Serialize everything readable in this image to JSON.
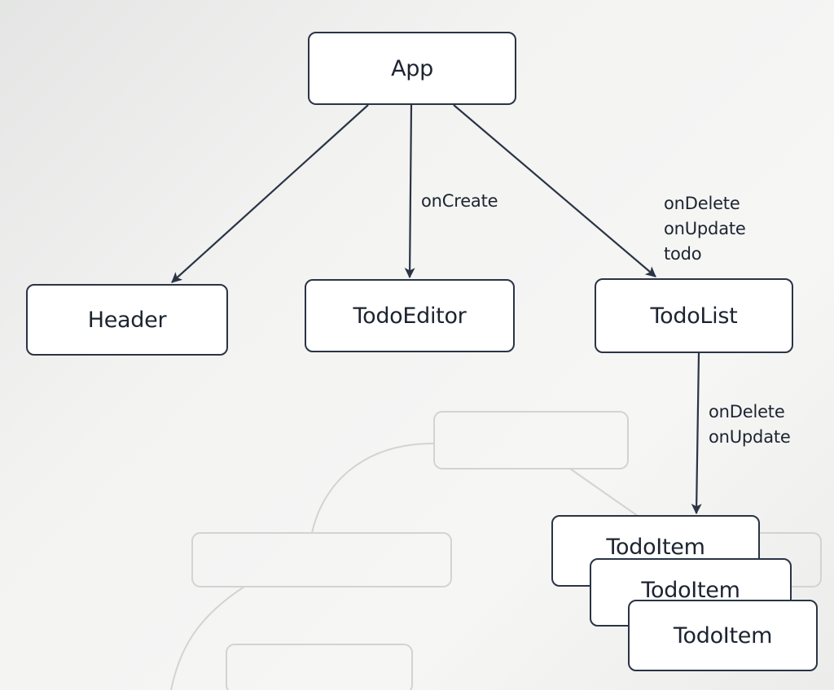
{
  "nodes": {
    "app": "App",
    "header": "Header",
    "todo_editor": "TodoEditor",
    "todo_list": "TodoList",
    "todo_items": [
      "TodoItem",
      "TodoItem",
      "TodoItem"
    ]
  },
  "edge_labels": {
    "app_to_todo_editor": [
      "onCreate"
    ],
    "app_to_todo_list": [
      "onDelete",
      "onUpdate",
      "todo"
    ],
    "todo_list_to_todo_item": [
      "onDelete",
      "onUpdate"
    ]
  },
  "colors": {
    "stroke": "#2a3445",
    "node_fill": "#ffffff",
    "text": "#1c2430",
    "background": "#f3f3f2"
  }
}
